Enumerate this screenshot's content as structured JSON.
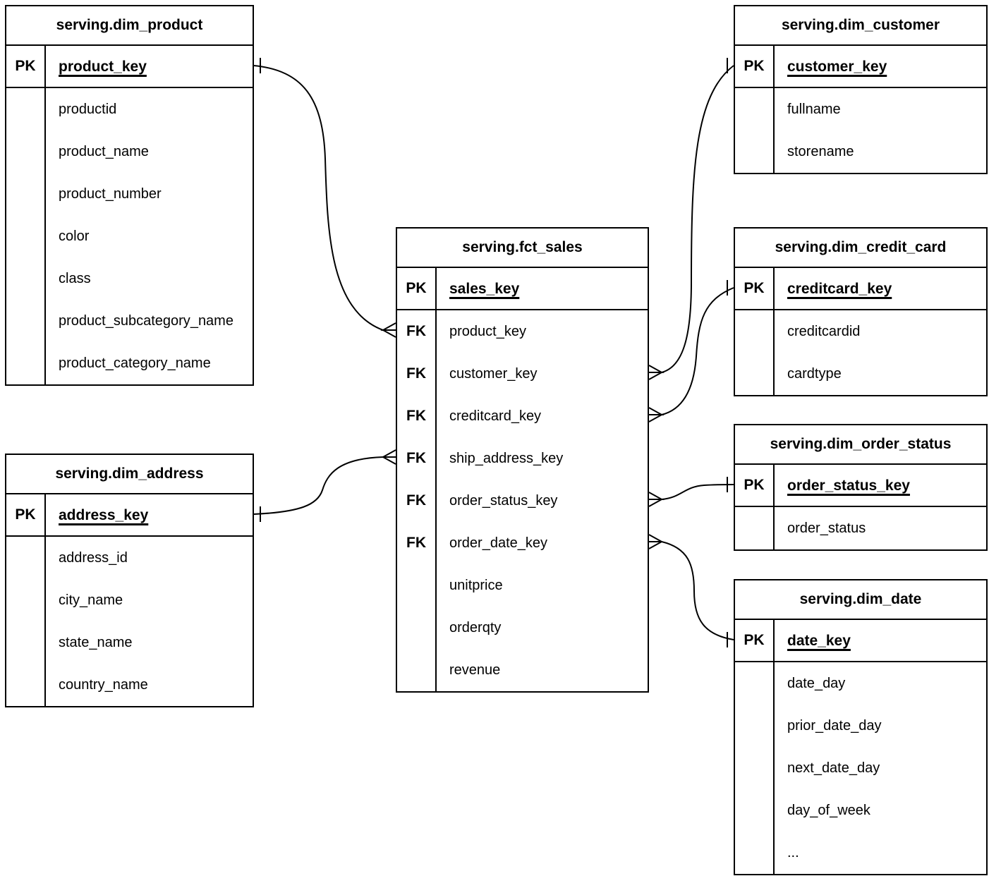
{
  "diagram_type": "entity-relationship",
  "colors": {
    "line": "#000000",
    "table_border": "#000000",
    "background": "#ffffff",
    "text": "#000000"
  },
  "tables": [
    {
      "id": "dim_product",
      "title": "serving.dim_product",
      "pk": {
        "key": "PK",
        "name": "product_key"
      },
      "fields": [
        "productid",
        "product_name",
        "product_number",
        "color",
        "class",
        "product_subcategory_name",
        "product_category_name"
      ]
    },
    {
      "id": "dim_customer",
      "title": "serving.dim_customer",
      "pk": {
        "key": "PK",
        "name": "customer_key"
      },
      "fields": [
        "fullname",
        "storename"
      ]
    },
    {
      "id": "fct_sales",
      "title": "serving.fct_sales",
      "pk": {
        "key": "PK",
        "name": "sales_key"
      },
      "fields": [
        {
          "key": "FK",
          "name": "product_key"
        },
        {
          "key": "FK",
          "name": "customer_key"
        },
        {
          "key": "FK",
          "name": "creditcard_key"
        },
        {
          "key": "FK",
          "name": "ship_address_key"
        },
        {
          "key": "FK",
          "name": "order_status_key"
        },
        {
          "key": "FK",
          "name": "order_date_key"
        },
        {
          "key": "",
          "name": "unitprice"
        },
        {
          "key": "",
          "name": "orderqty"
        },
        {
          "key": "",
          "name": "revenue"
        }
      ]
    },
    {
      "id": "dim_credit_card",
      "title": "serving.dim_credit_card",
      "pk": {
        "key": "PK",
        "name": "creditcard_key"
      },
      "fields": [
        "creditcardid",
        "cardtype"
      ]
    },
    {
      "id": "dim_order_status",
      "title": "serving.dim_order_status",
      "pk": {
        "key": "PK",
        "name": "order_status_key"
      },
      "fields": [
        "order_status"
      ]
    },
    {
      "id": "dim_date",
      "title": "serving.dim_date",
      "pk": {
        "key": "PK",
        "name": "date_key"
      },
      "fields": [
        "date_day",
        "prior_date_day",
        "next_date_day",
        "day_of_week",
        "..."
      ]
    },
    {
      "id": "dim_address",
      "title": "serving.dim_address",
      "pk": {
        "key": "PK",
        "name": "address_key"
      },
      "fields": [
        "address_id",
        "city_name",
        "state_name",
        "country_name"
      ]
    }
  ],
  "relationships": [
    {
      "id": "product",
      "one_side": {
        "table": "serving.dim_product",
        "field": "product_key"
      },
      "many_side": {
        "table": "serving.fct_sales",
        "field": "product_key"
      },
      "cardinality": "one-to-many"
    },
    {
      "id": "customer",
      "one_side": {
        "table": "serving.dim_customer",
        "field": "customer_key"
      },
      "many_side": {
        "table": "serving.fct_sales",
        "field": "customer_key"
      },
      "cardinality": "one-to-many"
    },
    {
      "id": "creditcard",
      "one_side": {
        "table": "serving.dim_credit_card",
        "field": "creditcard_key"
      },
      "many_side": {
        "table": "serving.fct_sales",
        "field": "creditcard_key"
      },
      "cardinality": "one-to-many"
    },
    {
      "id": "ship_address",
      "one_side": {
        "table": "serving.dim_address",
        "field": "address_key"
      },
      "many_side": {
        "table": "serving.fct_sales",
        "field": "ship_address_key"
      },
      "cardinality": "one-to-many"
    },
    {
      "id": "order_status",
      "one_side": {
        "table": "serving.dim_order_status",
        "field": "order_status_key"
      },
      "many_side": {
        "table": "serving.fct_sales",
        "field": "order_status_key"
      },
      "cardinality": "one-to-many"
    },
    {
      "id": "order_date",
      "one_side": {
        "table": "serving.dim_date",
        "field": "date_key"
      },
      "many_side": {
        "table": "serving.fct_sales",
        "field": "order_date_key"
      },
      "cardinality": "one-to-many"
    }
  ]
}
